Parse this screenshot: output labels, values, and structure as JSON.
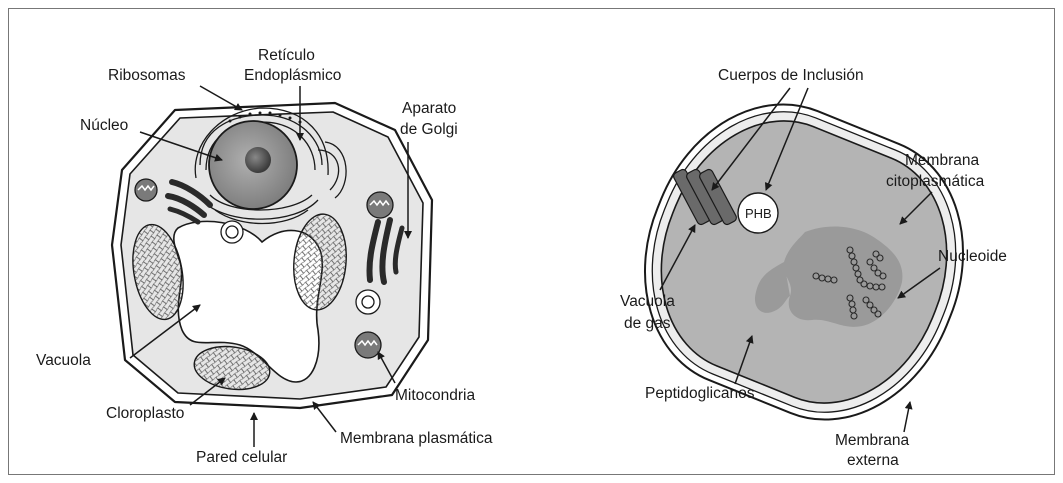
{
  "plant_cell": {
    "labels": {
      "reticulo_1": "Retículo",
      "reticulo_2": "Endoplásmico",
      "ribosomas": "Ribosomas",
      "nucleo": "Núcleo",
      "golgi_1": "Aparato",
      "golgi_2": "de Golgi",
      "vacuola": "Vacuola",
      "mitocondria": "Mitocondria",
      "cloroplasto": "Cloroplasto",
      "pared_celular": "Pared celular",
      "membrana_plasmatica": "Membrana plasmática"
    }
  },
  "bacterial_cell": {
    "labels": {
      "cuerpos_inclusion": "Cuerpos de Inclusión",
      "membrana_cito_1": "Membrana",
      "membrana_cito_2": "citoplasmática",
      "phb": "PHB",
      "nucleoide": "Nucleoide",
      "vacuola_gas_1": "Vacuola",
      "vacuola_gas_2": "de gas",
      "peptidoglicanos": "Peptidoglicanos",
      "membrana_ext_1": "Membrana",
      "membrana_ext_2": "externa"
    }
  }
}
